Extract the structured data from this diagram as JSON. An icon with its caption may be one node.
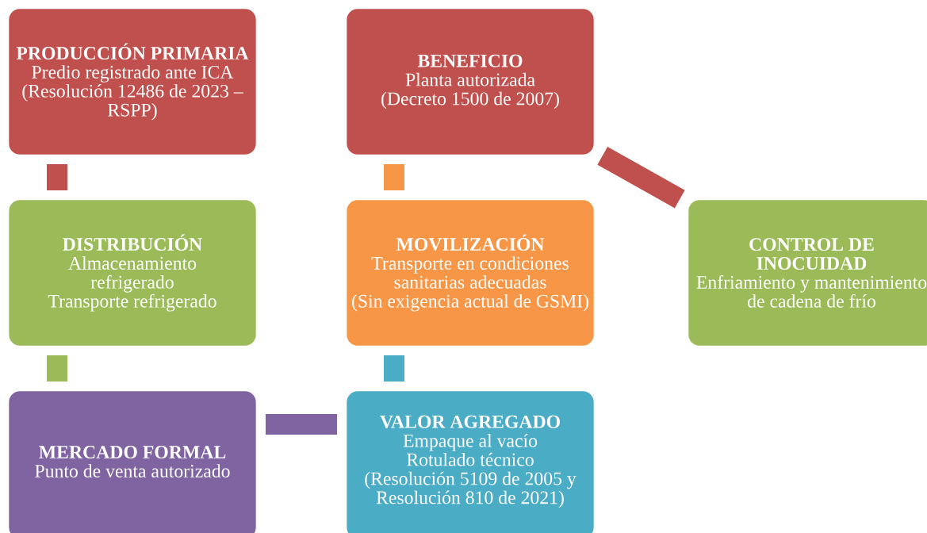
{
  "diagram": {
    "nodes": [
      {
        "text": [
          "PRODUCCIÓN PRIMARIA",
          "Predio registrado ante ICA",
          "(Resolución 12486 de 2023 – RSPP)"
        ]
      },
      {
        "text": [
          "BENEFICIO",
          "Planta autorizada",
          "(Decreto 1500 de 2007)"
        ]
      },
      {
        "text": [
          "DISTRIBUCIÓN",
          "Almacenamiento refrigerado",
          "Transporte refrigerado"
        ]
      },
      {
        "text": [
          "MOVILIZACIÓN",
          "Transporte en condiciones sanitarias adecuadas",
          "(Sin exigencia actual de GSMI)"
        ]
      },
      {
        "text": [
          "CONTROL DE INOCUIDAD",
          "Enfriamiento y mantenimiento de cadena de frío"
        ]
      },
      {
        "text": [
          "MERCADO FORMAL",
          "Punto de venta autorizado"
        ]
      },
      {
        "text": [
          "VALOR AGREGADO",
          "Empaque al vacío",
          "Rotulado técnico",
          "(Resolución 5109 de 2005 y Resolución 810 de 2021)"
        ]
      }
    ],
    "edges": [
      {
        "from": 0,
        "to": 2,
        "arrow": "none",
        "color": "#c0504d"
      },
      {
        "from": 1,
        "to": 3,
        "arrow": "none",
        "color": "#f79646"
      },
      {
        "from": 1,
        "to": 4,
        "arrow": "none",
        "color": "#c0504d"
      },
      {
        "from": 2,
        "to": 5,
        "arrow": "none",
        "color": "#9bbb59"
      },
      {
        "from": 3,
        "to": 6,
        "arrow": "none",
        "color": "#4bacc6"
      },
      {
        "from": 6,
        "to": 5,
        "arrow": "none",
        "color": "#8064a2"
      }
    ]
  }
}
